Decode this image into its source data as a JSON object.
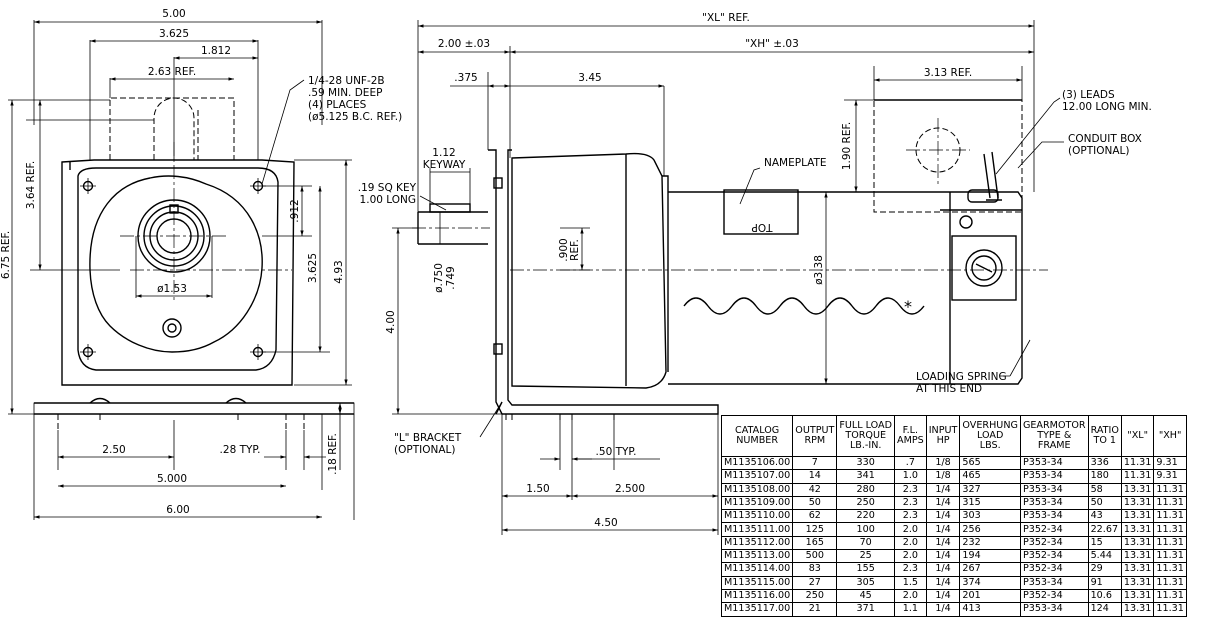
{
  "front_view": {
    "dim_5_00": "5.00",
    "dim_3_625_top": "3.625",
    "dim_1_812": "1.812",
    "dim_2_63_ref": "2.63  REF.",
    "dim_6_75_ref": "6.75 REF.",
    "dim_3_64_ref": "3.64  REF.",
    "dim_912": ".912",
    "dim_3_625_side": "3.625",
    "dim_4_93": "4.93",
    "dim_dia_1_53": "ø1.53",
    "dim_2_50": "2.50",
    "dim_28_typ": ".28  TYP.",
    "dim_18_ref": ".18  REF.",
    "dim_5_000": "5.000",
    "dim_6_00": "6.00",
    "tapped_hole_note": [
      "1/4-28 UNF-2B",
      ".59 MIN. DEEP",
      "(4) PLACES",
      "(ø5.125 B.C. REF.)"
    ]
  },
  "side_view": {
    "dim_xl_ref": "\"XL\" REF.",
    "dim_xh": "\"XH\" ±.03",
    "dim_2_00": "2.00 ±.03",
    "dim_375": ".375",
    "dim_3_45": "3.45",
    "dim_3_13_ref": "3.13  REF.",
    "dim_1_90_ref": "1.90 REF.",
    "keyway_len": "1.12",
    "keyway_label": "KEYWAY",
    "sq_key_note": [
      ".19 SQ KEY",
      "1.00 LONG"
    ],
    "nameplate_label": "NAMEPLATE",
    "top_label": "TOP",
    "dim_900_ref": [
      ".900",
      "REF."
    ],
    "dim_shaft_dia": [
      "ø.750",
      ".749"
    ],
    "dim_dia_3_38": "ø3.38",
    "dim_4_00": "4.00",
    "leads_note": [
      "(3) LEADS",
      "12.00 LONG MIN."
    ],
    "conduit_note": [
      "CONDUIT BOX",
      "(OPTIONAL)"
    ],
    "spring_note": [
      "LOADING SPRING",
      "AT THIS END"
    ],
    "bracket_note": [
      "\"L\" BRACKET",
      "(OPTIONAL)"
    ],
    "dim_50_typ": ".50  TYP.",
    "dim_1_50": "1.50",
    "dim_2_500": "2.500",
    "dim_4_50": "4.50"
  },
  "spec_table": {
    "headers": [
      [
        "CATALOG",
        "NUMBER"
      ],
      [
        "OUTPUT",
        "RPM"
      ],
      [
        "FULL LOAD",
        "TORQUE",
        "LB.-IN."
      ],
      [
        "F.L.",
        "AMPS"
      ],
      [
        "INPUT",
        "HP"
      ],
      [
        "OVERHUNG",
        "LOAD",
        "LBS."
      ],
      [
        "GEARMOTOR",
        "TYPE &",
        "FRAME"
      ],
      [
        "RATIO",
        "TO 1"
      ],
      [
        "\"XL\""
      ],
      [
        "\"XH\""
      ]
    ],
    "rows": [
      [
        "M1135106.00",
        "7",
        "330",
        ".7",
        "1/8",
        "565",
        "P353-34",
        "336",
        "11.31",
        "9.31"
      ],
      [
        "M1135107.00",
        "14",
        "341",
        "1.0",
        "1/8",
        "465",
        "P353-34",
        "180",
        "11.31",
        "9.31"
      ],
      [
        "M1135108.00",
        "42",
        "280",
        "2.3",
        "1/4",
        "327",
        "P353-34",
        "58",
        "13.31",
        "11.31"
      ],
      [
        "M1135109.00",
        "50",
        "250",
        "2.3",
        "1/4",
        "315",
        "P353-34",
        "50",
        "13.31",
        "11.31"
      ],
      [
        "M1135110.00",
        "62",
        "220",
        "2.3",
        "1/4",
        "303",
        "P353-34",
        "43",
        "13.31",
        "11.31"
      ],
      [
        "M1135111.00",
        "125",
        "100",
        "2.0",
        "1/4",
        "256",
        "P352-34",
        "22.67",
        "13.31",
        "11.31"
      ],
      [
        "M1135112.00",
        "165",
        "70",
        "2.0",
        "1/4",
        "232",
        "P352-34",
        "15",
        "13.31",
        "11.31"
      ],
      [
        "M1135113.00",
        "500",
        "25",
        "2.0",
        "1/4",
        "194",
        "P352-34",
        "5.44",
        "13.31",
        "11.31"
      ],
      [
        "M1135114.00",
        "83",
        "155",
        "2.3",
        "1/4",
        "267",
        "P352-34",
        "29",
        "13.31",
        "11.31"
      ],
      [
        "M1135115.00",
        "27",
        "305",
        "1.5",
        "1/4",
        "374",
        "P353-34",
        "91",
        "13.31",
        "11.31"
      ],
      [
        "M1135116.00",
        "250",
        "45",
        "2.0",
        "1/4",
        "201",
        "P352-34",
        "10.6",
        "13.31",
        "11.31"
      ],
      [
        "M1135117.00",
        "21",
        "371",
        "1.1",
        "1/4",
        "413",
        "P353-34",
        "124",
        "13.31",
        "11.31"
      ]
    ]
  }
}
